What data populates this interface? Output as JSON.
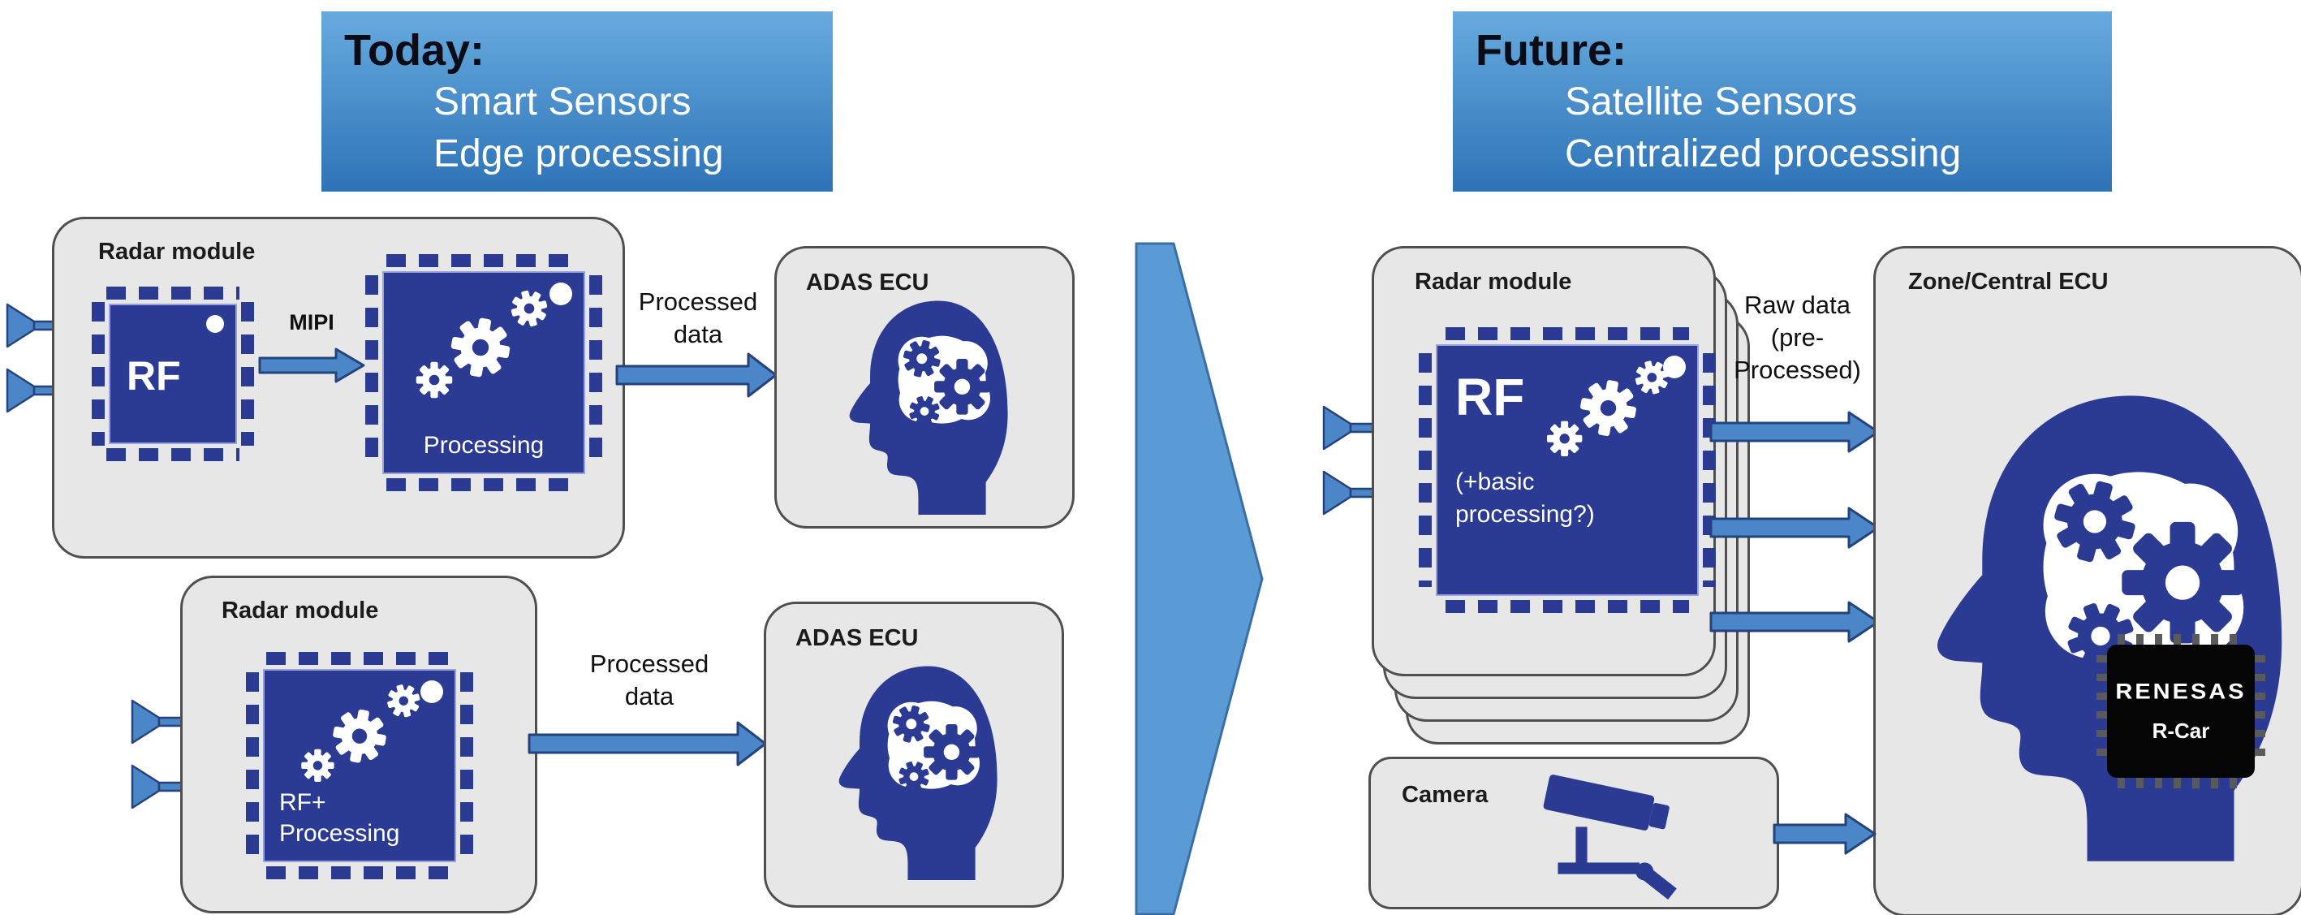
{
  "colors": {
    "header_blue_top": "#66abdf",
    "header_blue_bottom": "#2e73b6",
    "box_fill": "#e8e7e7",
    "box_border": "#4f4f4f",
    "chip_navy": "#2b3a92",
    "arrow_blue": "#4a86c8",
    "arrow_outline": "#24427c",
    "transition_chevron_blue": "#5b9bd5",
    "soc_chip_black": "#050505"
  },
  "headers": {
    "today": {
      "title": "Today",
      "colon": ":",
      "line1": "Smart Sensors",
      "line2": "Edge processing"
    },
    "future": {
      "title": "Future",
      "colon": ":",
      "line1": "Satellite Sensors",
      "line2": "Centralized processing"
    }
  },
  "today_side": {
    "radar_top": {
      "label": "Radar module",
      "rf_chip_label": "RF",
      "mipi_label": "MIPI",
      "processing_chip_label": "Processing"
    },
    "processed_top": {
      "line1": "Processed",
      "line2": "data"
    },
    "adas_top": {
      "label": "ADAS ECU"
    },
    "radar_bottom": {
      "label": "Radar module",
      "chip_line1": "RF+",
      "chip_line2": "Processing"
    },
    "processed_bottom": {
      "line1": "Processed",
      "line2": "data"
    },
    "adas_bottom": {
      "label": "ADAS ECU"
    }
  },
  "future_side": {
    "radar": {
      "label": "Radar module",
      "rf_chip_label": "RF",
      "chip_sub1": "(+basic",
      "chip_sub2": "processing?)"
    },
    "raw_data": {
      "line1": "Raw data",
      "line2": "(pre-",
      "line3": "Processed)"
    },
    "zone": {
      "label": "Zone/Central ECU"
    },
    "soc": {
      "brand": "RENESAS",
      "model": "R-Car"
    },
    "camera": {
      "label": "Camera"
    }
  }
}
